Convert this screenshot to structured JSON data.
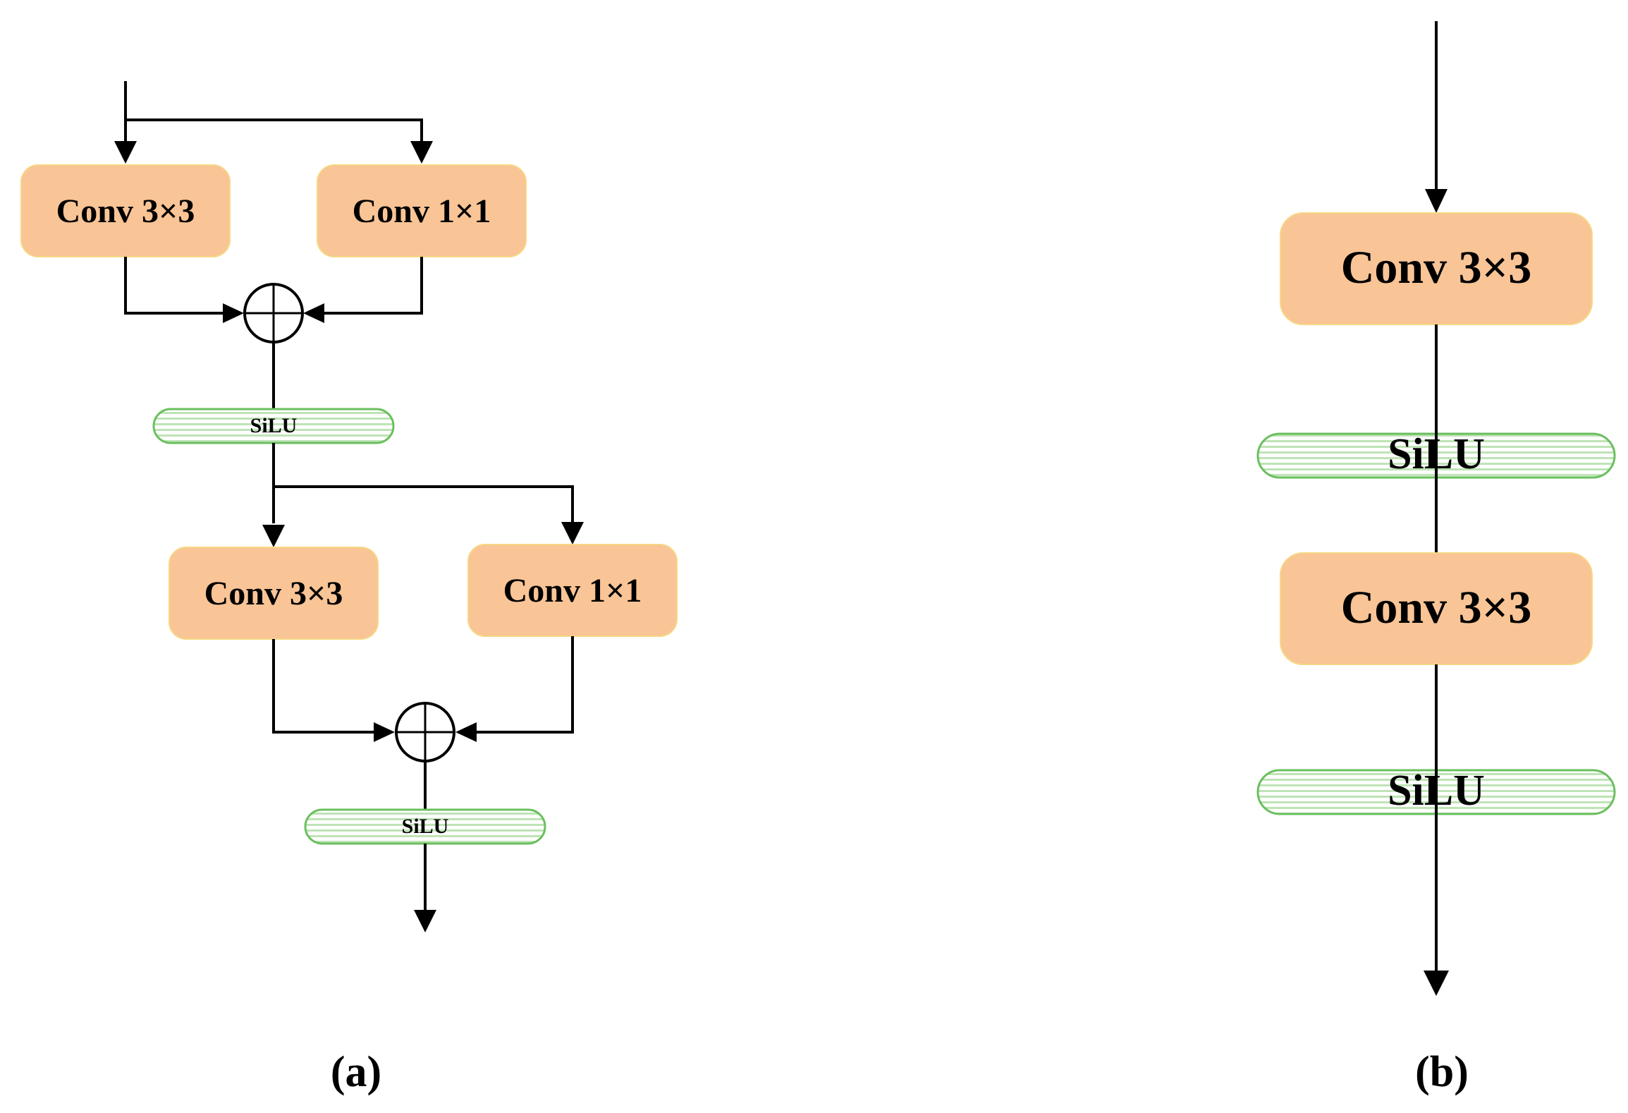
{
  "panel_a": {
    "block1": {
      "conv_left": "Conv 3×3",
      "conv_right": "Conv 1×1",
      "activation": "SiLU"
    },
    "block2": {
      "conv_left": "Conv 3×3",
      "conv_right": "Conv 1×1",
      "activation": "SiLU"
    },
    "caption": "(a)"
  },
  "panel_b": {
    "conv1": "Conv 3×3",
    "activation1": "SiLU",
    "conv2": "Conv 3×3",
    "activation2": "SiLU",
    "caption": "(b)"
  },
  "colors": {
    "conv_fill": "#f9c496",
    "conv_border": "#f6d884",
    "silu_border": "#6abf5e",
    "silu_stripe": "#bfe3b6",
    "line": "#000000"
  }
}
